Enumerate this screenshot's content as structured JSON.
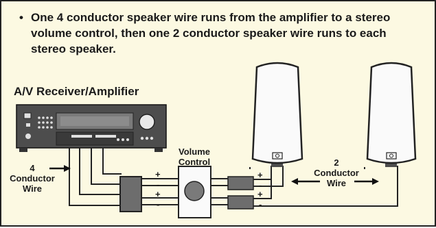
{
  "note": {
    "bullet": "•",
    "text": "One 4 conductor speaker wire runs from the amplifier to a stereo volume control, then one 2 conductor speaker wire runs to each stereo speaker."
  },
  "receiver_title": "A/V Receiver/Amplifier",
  "volume_label": [
    "Volume",
    "Control"
  ],
  "left_wire_label": [
    "4",
    "Conductor",
    "Wire"
  ],
  "right_wire_label": [
    "2",
    "Conductor",
    "Wire"
  ],
  "polarity": {
    "plus": "+",
    "minus": "-"
  },
  "colors": {
    "background": "#fcf9e2",
    "receiver": "#4d4d4d",
    "wire": "#222222",
    "block": "#6d6d6d"
  }
}
